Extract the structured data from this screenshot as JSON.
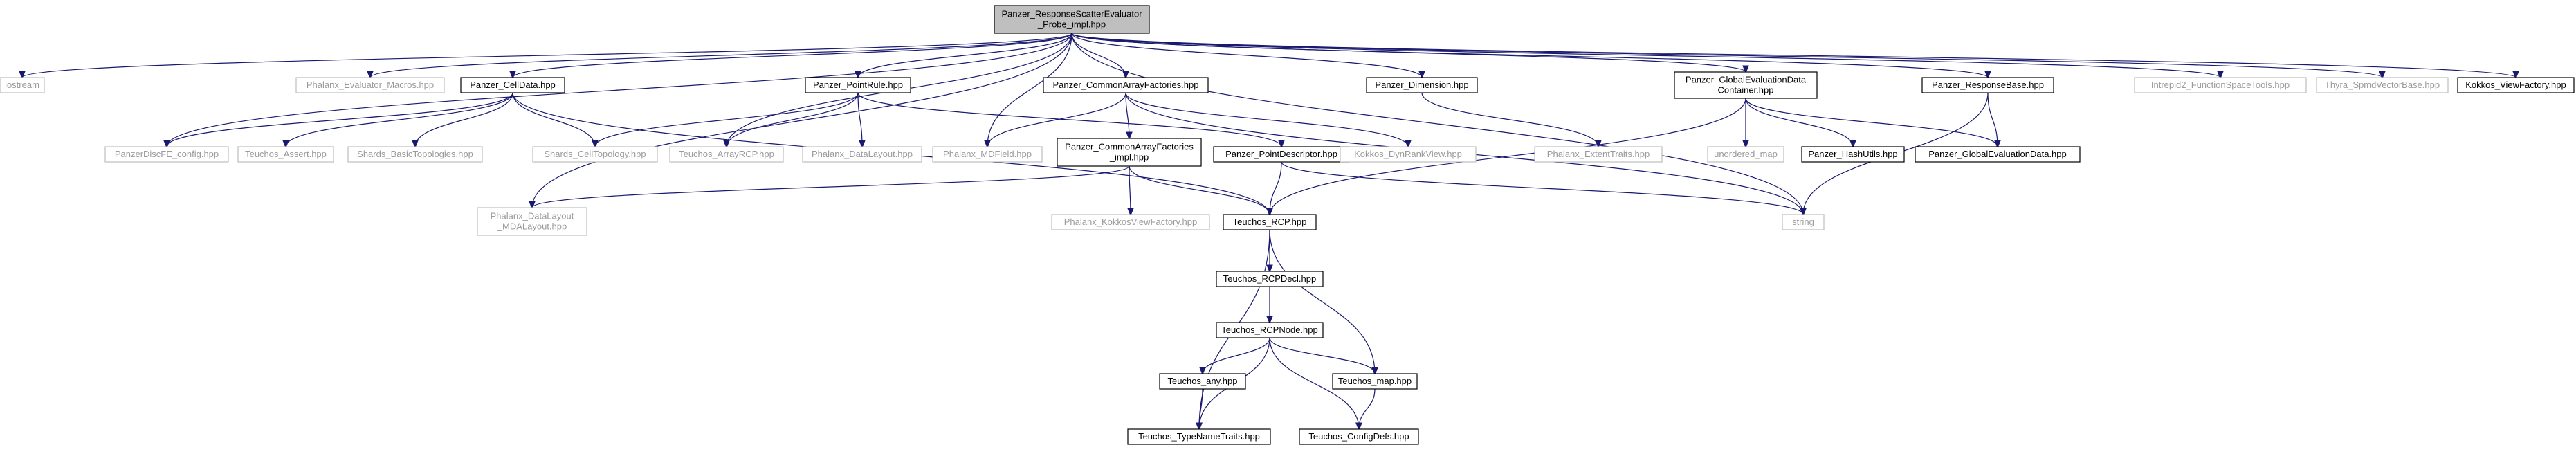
{
  "diagram": {
    "type": "include-dependency-graph",
    "colors": {
      "edge": "#191970",
      "root_fill": "#bfbfbf",
      "box_border": "#000000",
      "external_border": "#bfbfbf",
      "external_text": "#9a9a9a"
    },
    "nodes": [
      {
        "id": "root",
        "lines": [
          "Panzer_ResponseScatterEvaluator",
          "_Probe_impl.hpp"
        ],
        "kind": "root"
      },
      {
        "id": "iostream",
        "lines": [
          "iostream"
        ],
        "kind": "external"
      },
      {
        "id": "phx_eval_macros",
        "lines": [
          "Phalanx_Evaluator_Macros.hpp"
        ],
        "kind": "external"
      },
      {
        "id": "celldata",
        "lines": [
          "Panzer_CellData.hpp"
        ],
        "kind": "documented"
      },
      {
        "id": "pointrule",
        "lines": [
          "Panzer_PointRule.hpp"
        ],
        "kind": "documented"
      },
      {
        "id": "commonarray",
        "lines": [
          "Panzer_CommonArrayFactories.hpp"
        ],
        "kind": "documented"
      },
      {
        "id": "dimension",
        "lines": [
          "Panzer_Dimension.hpp"
        ],
        "kind": "documented"
      },
      {
        "id": "globalevalcontainer",
        "lines": [
          "Panzer_GlobalEvaluationData",
          "Container.hpp"
        ],
        "kind": "documented"
      },
      {
        "id": "responsebase",
        "lines": [
          "Panzer_ResponseBase.hpp"
        ],
        "kind": "documented"
      },
      {
        "id": "intrepid",
        "lines": [
          "Intrepid2_FunctionSpaceTools.hpp"
        ],
        "kind": "external"
      },
      {
        "id": "thyra",
        "lines": [
          "Thyra_SpmdVectorBase.hpp"
        ],
        "kind": "external"
      },
      {
        "id": "kokkosviewfactory",
        "lines": [
          "Kokkos_ViewFactory.hpp"
        ],
        "kind": "documented"
      },
      {
        "id": "panzerdiscfe",
        "lines": [
          "PanzerDiscFE_config.hpp"
        ],
        "kind": "external"
      },
      {
        "id": "teuchos_asset",
        "lines": [
          "Teuchos_Assert.hpp"
        ],
        "kind": "external"
      },
      {
        "id": "shards_basic",
        "lines": [
          "Shards_BasicTopologies.hpp"
        ],
        "kind": "external"
      },
      {
        "id": "shards_cell",
        "lines": [
          "Shards_CellTopology.hpp"
        ],
        "kind": "external"
      },
      {
        "id": "teuchos_arrayrcp",
        "lines": [
          "Teuchos_ArrayRCP.hpp"
        ],
        "kind": "external"
      },
      {
        "id": "phx_datalayout",
        "lines": [
          "Phalanx_DataLayout.hpp"
        ],
        "kind": "external"
      },
      {
        "id": "phx_mdfield",
        "lines": [
          "Phalanx_MDField.hpp"
        ],
        "kind": "external"
      },
      {
        "id": "commonarray_impl",
        "lines": [
          "Panzer_CommonArrayFactories",
          "_impl.hpp"
        ],
        "kind": "documented"
      },
      {
        "id": "pointdescriptor",
        "lines": [
          "Panzer_PointDescriptor.hpp"
        ],
        "kind": "documented"
      },
      {
        "id": "kokkos_dynrank",
        "lines": [
          "Kokkos_DynRankView.hpp"
        ],
        "kind": "external"
      },
      {
        "id": "phx_extenttraits",
        "lines": [
          "Phalanx_ExtentTraits.hpp"
        ],
        "kind": "external"
      },
      {
        "id": "unordered_map",
        "lines": [
          "unordered_map"
        ],
        "kind": "external"
      },
      {
        "id": "hashutils",
        "lines": [
          "Panzer_HashUtils.hpp"
        ],
        "kind": "documented"
      },
      {
        "id": "globalevaldata",
        "lines": [
          "Panzer_GlobalEvaluationData.hpp"
        ],
        "kind": "documented"
      },
      {
        "id": "phx_mdalayout",
        "lines": [
          "Phalanx_DataLayout",
          "_MDALayout.hpp"
        ],
        "kind": "external"
      },
      {
        "id": "phx_kokkosviewfactory",
        "lines": [
          "Phalanx_KokkosViewFactory.hpp"
        ],
        "kind": "external"
      },
      {
        "id": "teuchos_rcp",
        "lines": [
          "Teuchos_RCP.hpp"
        ],
        "kind": "documented"
      },
      {
        "id": "string",
        "lines": [
          "string"
        ],
        "kind": "external"
      },
      {
        "id": "teuchos_rcpdecl",
        "lines": [
          "Teuchos_RCPDecl.hpp"
        ],
        "kind": "documented"
      },
      {
        "id": "teuchos_rcpnode",
        "lines": [
          "Teuchos_RCPNode.hpp"
        ],
        "kind": "documented"
      },
      {
        "id": "teuchos_any",
        "lines": [
          "Teuchos_any.hpp"
        ],
        "kind": "documented"
      },
      {
        "id": "teuchos_map",
        "lines": [
          "Teuchos_map.hpp"
        ],
        "kind": "documented"
      },
      {
        "id": "teuchos_typename",
        "lines": [
          "Teuchos_TypeNameTraits.hpp"
        ],
        "kind": "documented"
      },
      {
        "id": "teuchos_configdefs",
        "lines": [
          "Teuchos_ConfigDefs.hpp"
        ],
        "kind": "documented"
      }
    ],
    "edges": [
      [
        "root",
        "iostream"
      ],
      [
        "root",
        "phx_eval_macros"
      ],
      [
        "root",
        "celldata"
      ],
      [
        "root",
        "pointrule"
      ],
      [
        "root",
        "commonarray"
      ],
      [
        "root",
        "dimension"
      ],
      [
        "root",
        "globalevalcontainer"
      ],
      [
        "root",
        "responsebase"
      ],
      [
        "root",
        "intrepid"
      ],
      [
        "root",
        "thyra"
      ],
      [
        "root",
        "kokkosviewfactory"
      ],
      [
        "root",
        "panzerdiscfe"
      ],
      [
        "root",
        "teuchos_arrayrcp"
      ],
      [
        "root",
        "phx_mdfield"
      ],
      [
        "root",
        "phx_mdalayout"
      ],
      [
        "root",
        "string"
      ],
      [
        "celldata",
        "panzerdiscfe"
      ],
      [
        "celldata",
        "teuchos_asset"
      ],
      [
        "celldata",
        "shards_basic"
      ],
      [
        "celldata",
        "shards_cell"
      ],
      [
        "celldata",
        "teuchos_rcp"
      ],
      [
        "pointrule",
        "shards_cell"
      ],
      [
        "pointrule",
        "teuchos_arrayrcp"
      ],
      [
        "pointrule",
        "phx_datalayout"
      ],
      [
        "pointrule",
        "pointdescriptor"
      ],
      [
        "commonarray",
        "phx_mdfield"
      ],
      [
        "commonarray",
        "commonarray_impl"
      ],
      [
        "commonarray",
        "kokkos_dynrank"
      ],
      [
        "commonarray",
        "string"
      ],
      [
        "commonarray_impl",
        "phx_mdalayout"
      ],
      [
        "commonarray_impl",
        "phx_kokkosviewfactory"
      ],
      [
        "commonarray_impl",
        "teuchos_rcp"
      ],
      [
        "pointdescriptor",
        "teuchos_rcp"
      ],
      [
        "pointdescriptor",
        "string"
      ],
      [
        "dimension",
        "phx_extenttraits"
      ],
      [
        "globalevalcontainer",
        "unordered_map"
      ],
      [
        "globalevalcontainer",
        "hashutils"
      ],
      [
        "globalevalcontainer",
        "globalevaldata"
      ],
      [
        "globalevalcontainer",
        "teuchos_rcp"
      ],
      [
        "responsebase",
        "globalevaldata"
      ],
      [
        "responsebase",
        "string"
      ],
      [
        "teuchos_rcp",
        "teuchos_rcpdecl"
      ],
      [
        "teuchos_rcp",
        "teuchos_typename"
      ],
      [
        "teuchos_rcp",
        "teuchos_map"
      ],
      [
        "teuchos_rcpdecl",
        "teuchos_rcpnode"
      ],
      [
        "teuchos_rcpnode",
        "teuchos_any"
      ],
      [
        "teuchos_rcpnode",
        "teuchos_typename"
      ],
      [
        "teuchos_rcpnode",
        "teuchos_map"
      ],
      [
        "teuchos_rcpnode",
        "teuchos_configdefs"
      ],
      [
        "teuchos_any",
        "teuchos_typename"
      ],
      [
        "teuchos_map",
        "teuchos_configdefs"
      ]
    ]
  }
}
